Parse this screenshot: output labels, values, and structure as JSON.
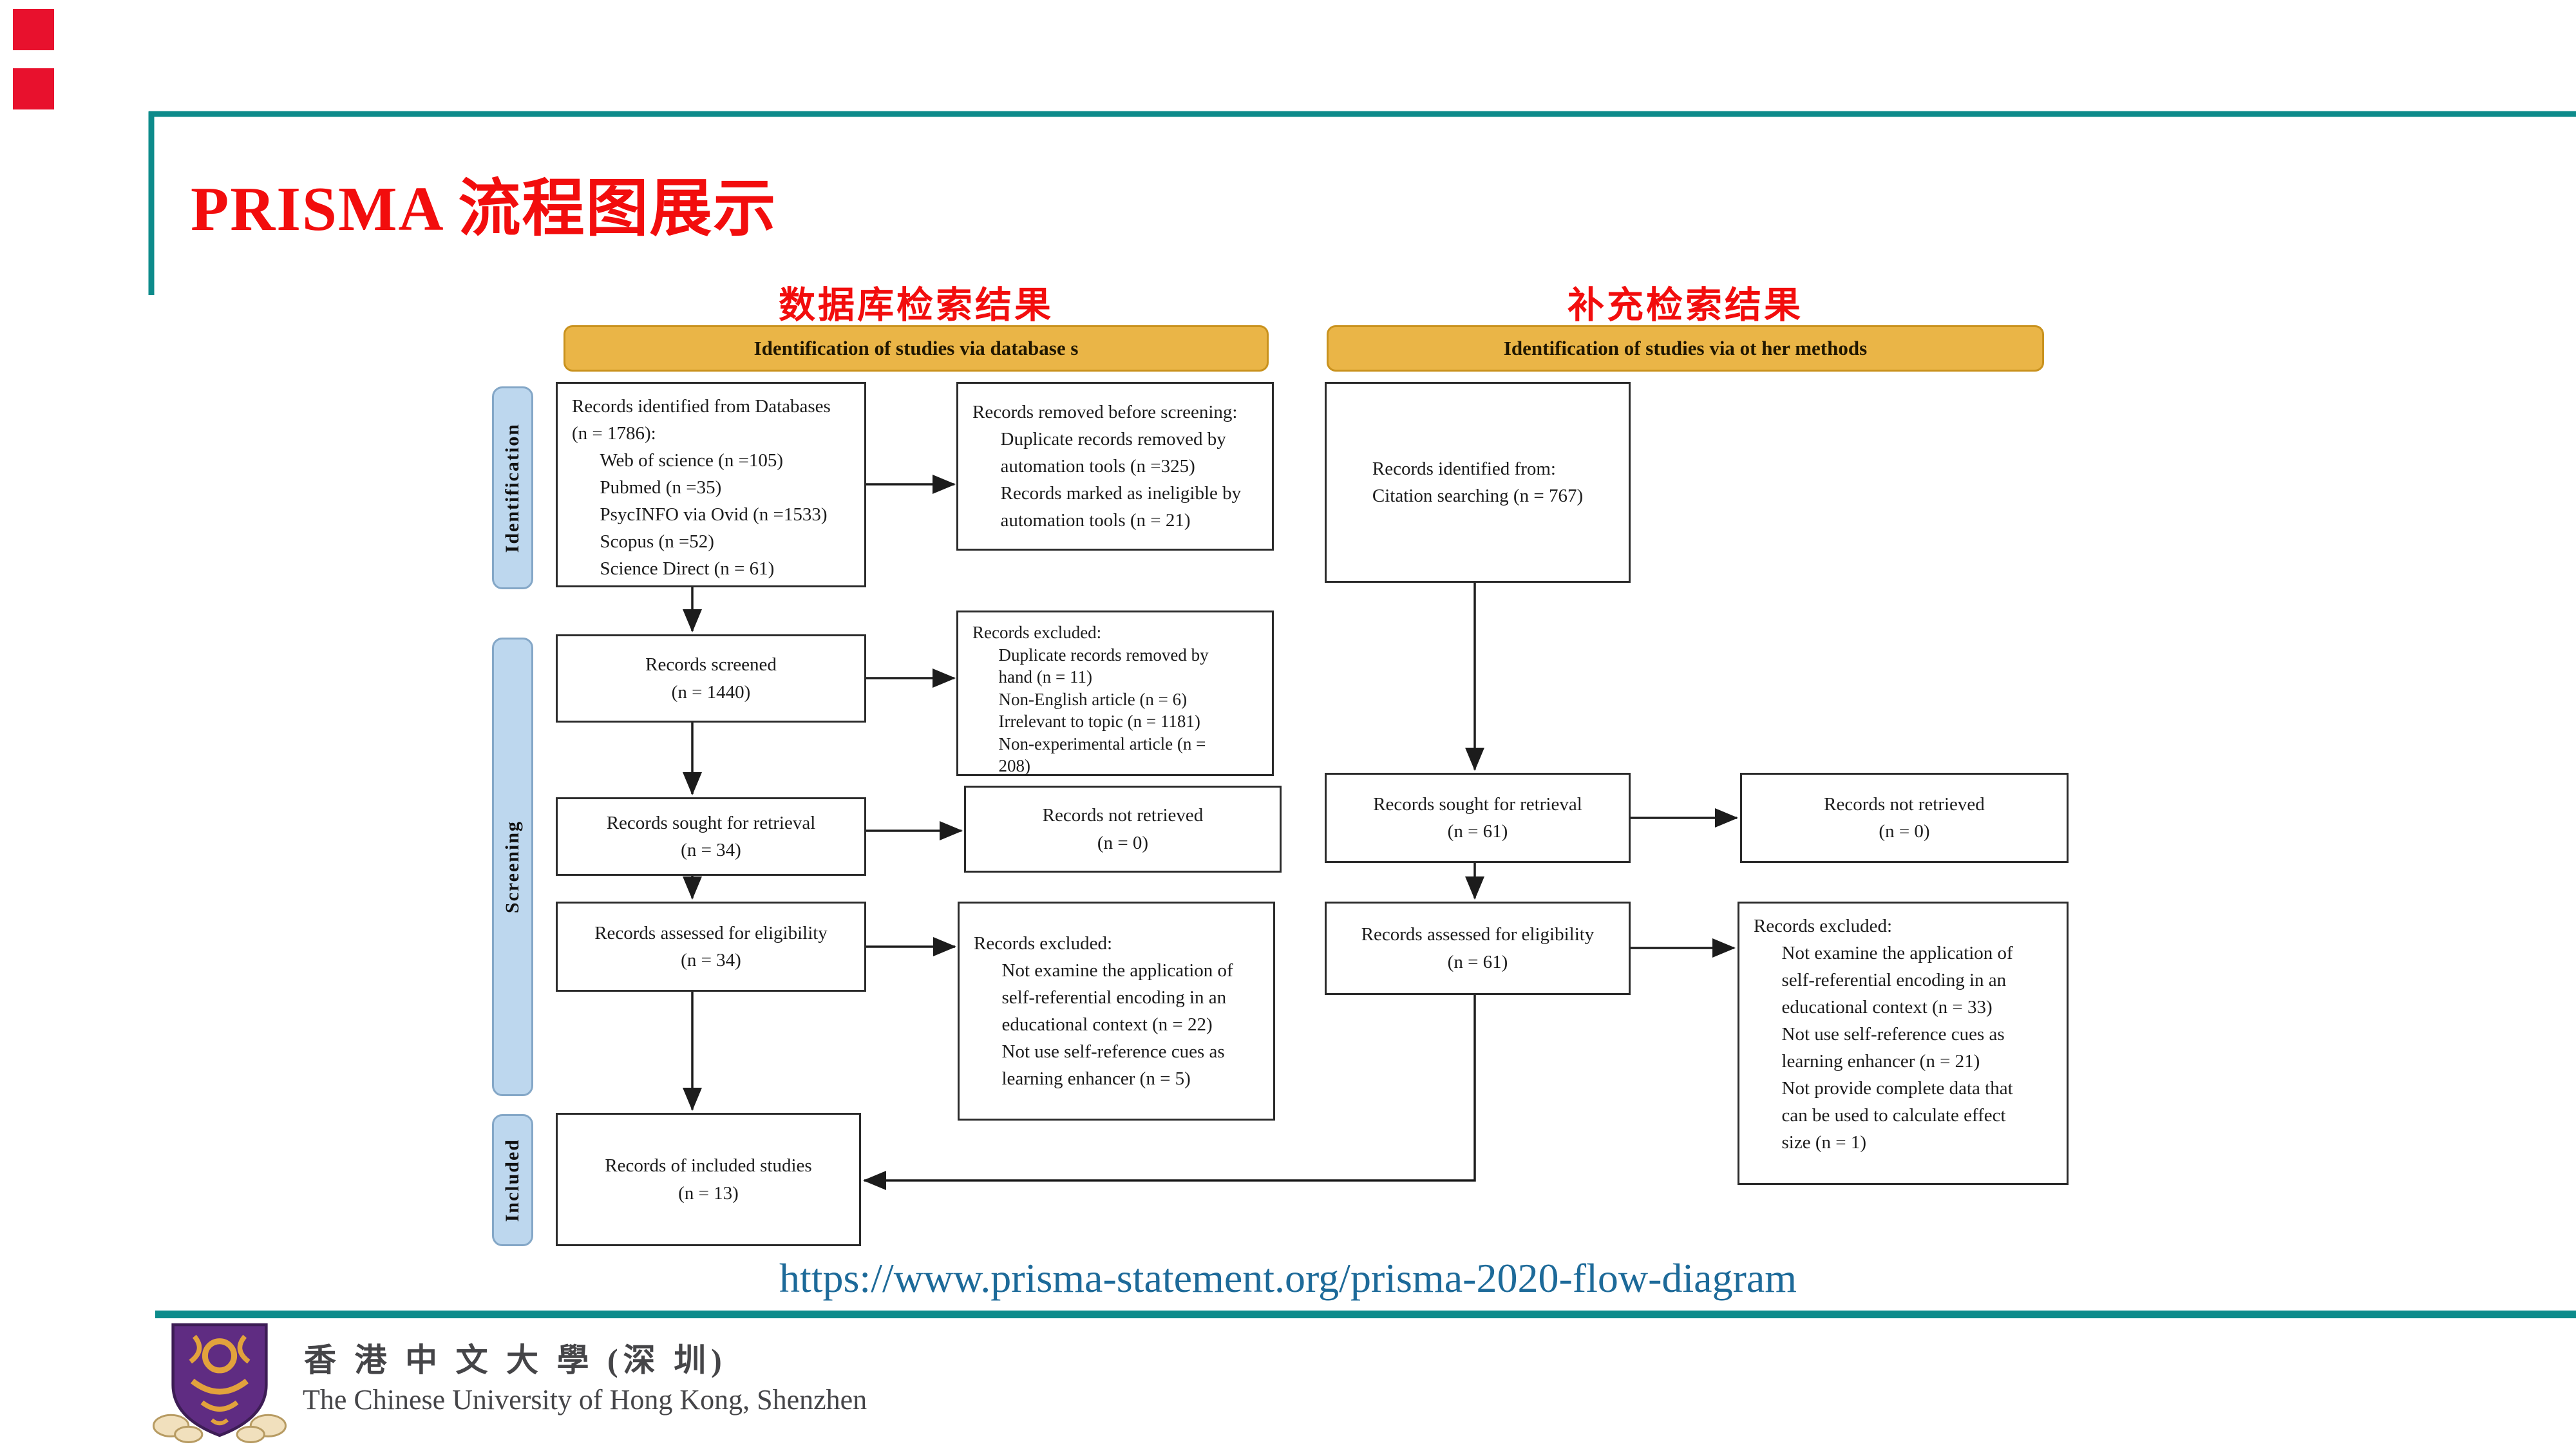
{
  "colors": {
    "accent-red": "#f20d0d",
    "square-red": "#e8112d",
    "teal": "#0d8b8b",
    "banner-gold": "#eab547",
    "banner-gold-border": "#c9921e",
    "stage-blue": "#bdd7ee",
    "stage-blue-border": "#84a7c7",
    "url-blue": "#1d6a99",
    "ink": "#1c1c1c"
  },
  "header": {
    "title": "PRISMA 流程图展示"
  },
  "column_labels": {
    "database": "数据库检索结果",
    "supplement": "补充检索结果"
  },
  "banners": {
    "database": "Identification of studies via database s",
    "other": "Identification of studies via ot her methods"
  },
  "stages": {
    "identification": "Identification",
    "screening": "Screening",
    "included": "Included"
  },
  "boxes": {
    "db_identified": {
      "lines": [
        "Records identified from Databases",
        "(n = 1786):",
        "      Web of science (n =105)",
        "      Pubmed (n =35)",
        "      PsycINFO via Ovid (n =1533)",
        "      Scopus (n =52)",
        "      Science Direct (n = 61)"
      ]
    },
    "removed_before_screening": {
      "lines": [
        "Records removed before screening:",
        "      Duplicate records removed by",
        "      automation tools (n =325)",
        "      Records marked as ineligible by",
        "      automation tools (n = 21)"
      ]
    },
    "citation_identified": {
      "lines": [
        "Records identified from:",
        "Citation searching (n = 767)"
      ]
    },
    "records_screened": {
      "lines": [
        "Records screened",
        "(n = 1440)"
      ]
    },
    "excluded_screening": {
      "lines": [
        "Records excluded:",
        "      Duplicate records removed by",
        "      hand (n = 11)",
        "      Non-English article (n = 6)",
        "      Irrelevant to topic (n = 1181)",
        "      Non-experimental article (n =",
        "      208)"
      ]
    },
    "sought_left": {
      "lines": [
        "Records sought for retrieval",
        "(n = 34)"
      ]
    },
    "not_retrieved_left": {
      "lines": [
        "Records not retrieved",
        "(n = 0)"
      ]
    },
    "assessed_left": {
      "lines": [
        "Records assessed for eligibility",
        "(n = 34)"
      ]
    },
    "excluded_eligibility_left": {
      "lines": [
        "Records excluded:",
        "      Not examine the application of",
        "      self-referential encoding in an",
        "      educational context (n = 22)",
        "      Not use self-reference cues as",
        "      learning enhancer (n = 5)"
      ]
    },
    "sought_right": {
      "lines": [
        "Records sought for retrieval",
        "(n = 61)"
      ]
    },
    "not_retrieved_right": {
      "lines": [
        "Records not retrieved",
        "(n = 0)"
      ]
    },
    "assessed_right": {
      "lines": [
        "Records assessed for eligibility",
        "(n = 61)"
      ]
    },
    "excluded_eligibility_right": {
      "lines": [
        "Records excluded:",
        "      Not examine the application of",
        "      self-referential encoding in an",
        "      educational context (n = 33)",
        "      Not use self-reference cues as",
        "      learning enhancer (n = 21)",
        "      Not provide complete data that",
        "      can be used to calculate effect",
        "      size (n = 1)"
      ]
    },
    "included_studies": {
      "lines": [
        "Records of included studies",
        "(n = 13)"
      ]
    }
  },
  "footer": {
    "url": "https://www.prisma-statement.org/prisma-2020-flow-diagram",
    "university_cn": "香 港 中 文 大 學 (深 圳)",
    "university_en": "The Chinese University of Hong Kong, Shenzhen"
  }
}
